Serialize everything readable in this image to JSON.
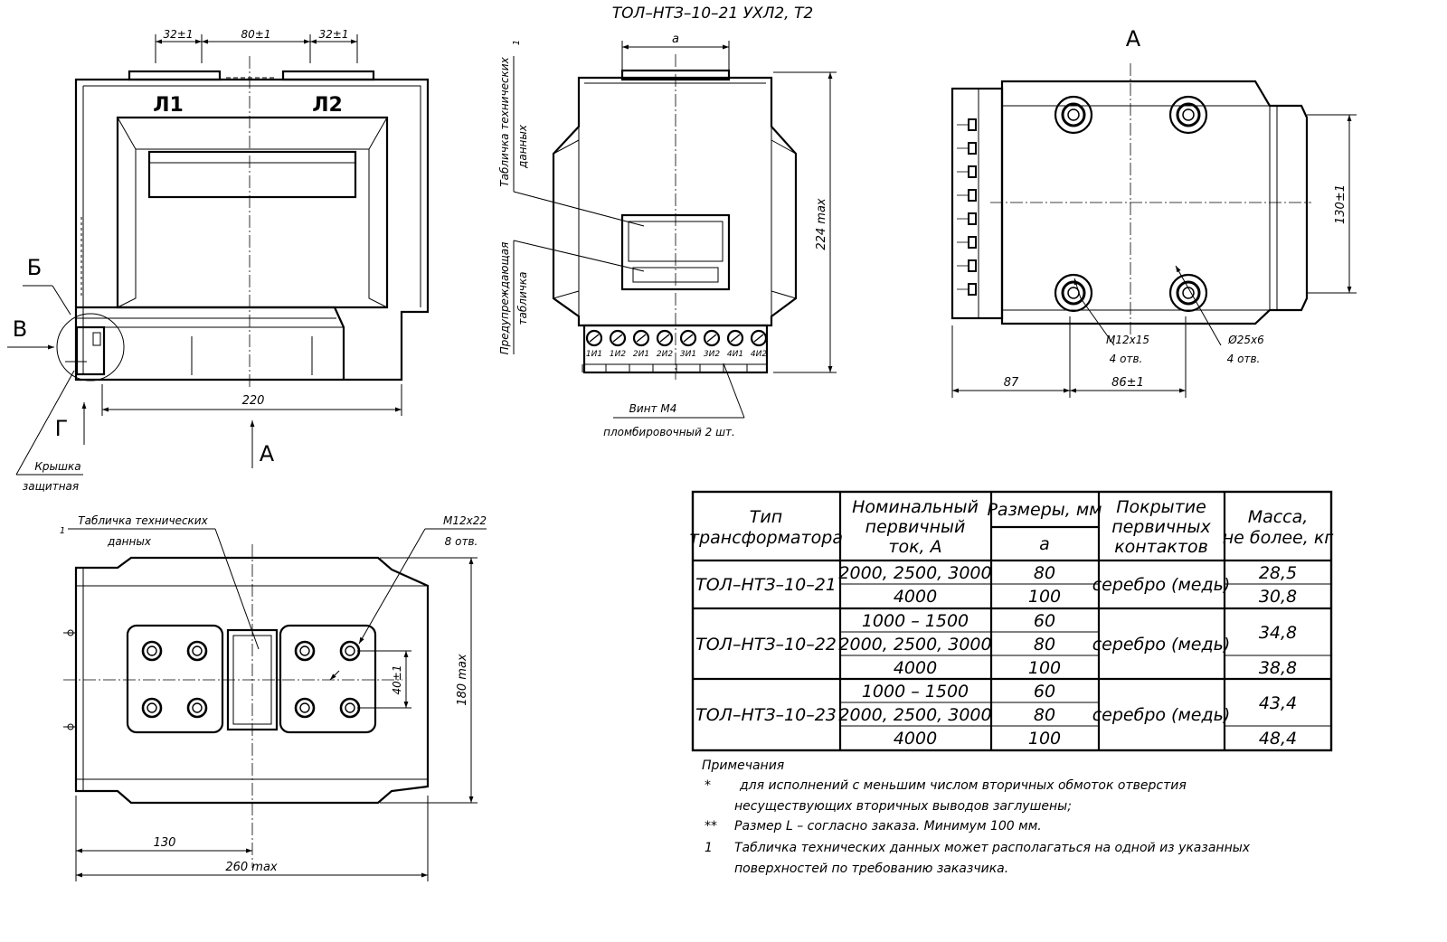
{
  "title": "ТОЛ–НТЗ–10–21 УХЛ2, Т2",
  "front_view": {
    "dims": {
      "left_pitch": "32±1",
      "center_pitch": "80±1",
      "right_pitch": "32±1",
      "width": "220"
    },
    "terminals": [
      "Л1",
      "Л2"
    ],
    "view_letters": {
      "b": "Б",
      "v": "В",
      "g": "Г",
      "a": "А"
    },
    "cover_label_line1": "Крышка",
    "cover_label_line2": "защитная"
  },
  "side_view": {
    "dim_a": "a",
    "height": "224 max",
    "footnote_marker": "1",
    "plate_label_line1": "Табличка технических",
    "plate_label_line2": "данных",
    "warn_label_line1": "Предупреждающая",
    "warn_label_line2": "табличка",
    "terminal_labels": [
      "1И1",
      "1И2",
      "2И1",
      "2И2",
      "3И1",
      "3И2",
      "4И1",
      "4И2"
    ],
    "screw_line1": "Винт М4",
    "screw_line2": "пломбировочный 2 шт."
  },
  "view_a": {
    "title": "А",
    "height": "130±1",
    "offset": "87",
    "pitch": "86±1",
    "thread_line1": "М12х15",
    "thread_line2": "4 отв.",
    "dia_line1": "Ø25х6",
    "dia_line2": "4 отв."
  },
  "top_view": {
    "plate_marker": "1",
    "plate_line1": "Табличка технических",
    "plate_line2": "данных",
    "hole_line1": "М12х22",
    "hole_line2": "8 отв.",
    "pitch": "40±1",
    "depth": "180 max",
    "offset": "130",
    "length": "260 max"
  },
  "spec_table": {
    "headers": {
      "type": [
        "Тип",
        "трансформатора"
      ],
      "current": [
        "Номинальный",
        "первичный",
        "ток, А"
      ],
      "dims": "Размеры, мм",
      "dim_a": "a",
      "coating": [
        "Покрытие",
        "первичных",
        "контактов"
      ],
      "mass": [
        "Масса,",
        "не более, кг"
      ]
    },
    "groups": [
      {
        "type": "ТОЛ–НТЗ–10–21",
        "coating": "серебро (медь)",
        "rows": [
          {
            "current": "2000, 2500, 3000",
            "a": "80"
          },
          {
            "current": "4000",
            "a": "100"
          }
        ],
        "mass": [
          "28,5",
          "30,8"
        ]
      },
      {
        "type": "ТОЛ–НТЗ–10–22",
        "coating": "серебро (медь)",
        "rows": [
          {
            "current": "1000 – 1500",
            "a": "60"
          },
          {
            "current": "2000, 2500, 3000",
            "a": "80"
          },
          {
            "current": "4000",
            "a": "100"
          }
        ],
        "mass": [
          "34,8",
          "38,8"
        ]
      },
      {
        "type": "ТОЛ–НТЗ–10–23",
        "coating": "серебро (медь)",
        "rows": [
          {
            "current": "1000 – 1500",
            "a": "60"
          },
          {
            "current": "2000, 2500, 3000",
            "a": "80"
          },
          {
            "current": "4000",
            "a": "100"
          }
        ],
        "mass": [
          "43,4",
          "48,4"
        ]
      }
    ]
  },
  "notes": {
    "title": "Примечания",
    "items": [
      {
        "marker": "*",
        "line1": "для исполнений с меньшим числом вторичных обмоток отверстия",
        "line2": "несуществующих вторичных выводов заглушены;"
      },
      {
        "marker": "**",
        "line1": "Размер L – согласно заказа. Минимум 100 мм.",
        "line2": ""
      },
      {
        "marker": "1",
        "line1": "Табличка технических данных может располагаться на одной из указанных",
        "line2": "поверхностей по требованию заказчика."
      }
    ]
  }
}
